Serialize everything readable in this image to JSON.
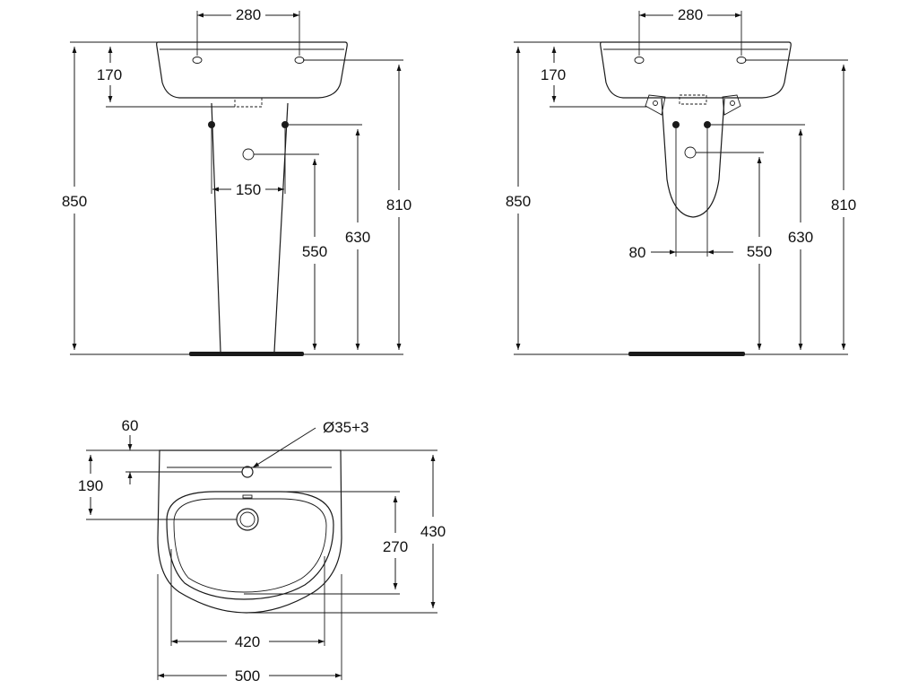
{
  "views": {
    "pedestal_front": {
      "dim_tap_spacing": "280",
      "dim_rim_depth": "170",
      "dim_total_height": "850",
      "dim_rim_height": "810",
      "dim_supply_height": "630",
      "dim_waste_height": "550",
      "dim_supply_spacing": "150"
    },
    "semi_pedestal_front": {
      "dim_tap_spacing": "280",
      "dim_rim_depth": "170",
      "dim_total_height": "850",
      "dim_rim_height": "810",
      "dim_supply_height": "630",
      "dim_waste_height": "550",
      "dim_waste_offset": "80"
    },
    "plan_view": {
      "dim_tap_offset": "60",
      "dim_waste_offset": "190",
      "dim_tap_hole": "Ø35+3",
      "dim_bowl_width": "420",
      "dim_overall_width": "500",
      "dim_overall_depth": "430",
      "dim_bowl_depth": "270"
    }
  }
}
